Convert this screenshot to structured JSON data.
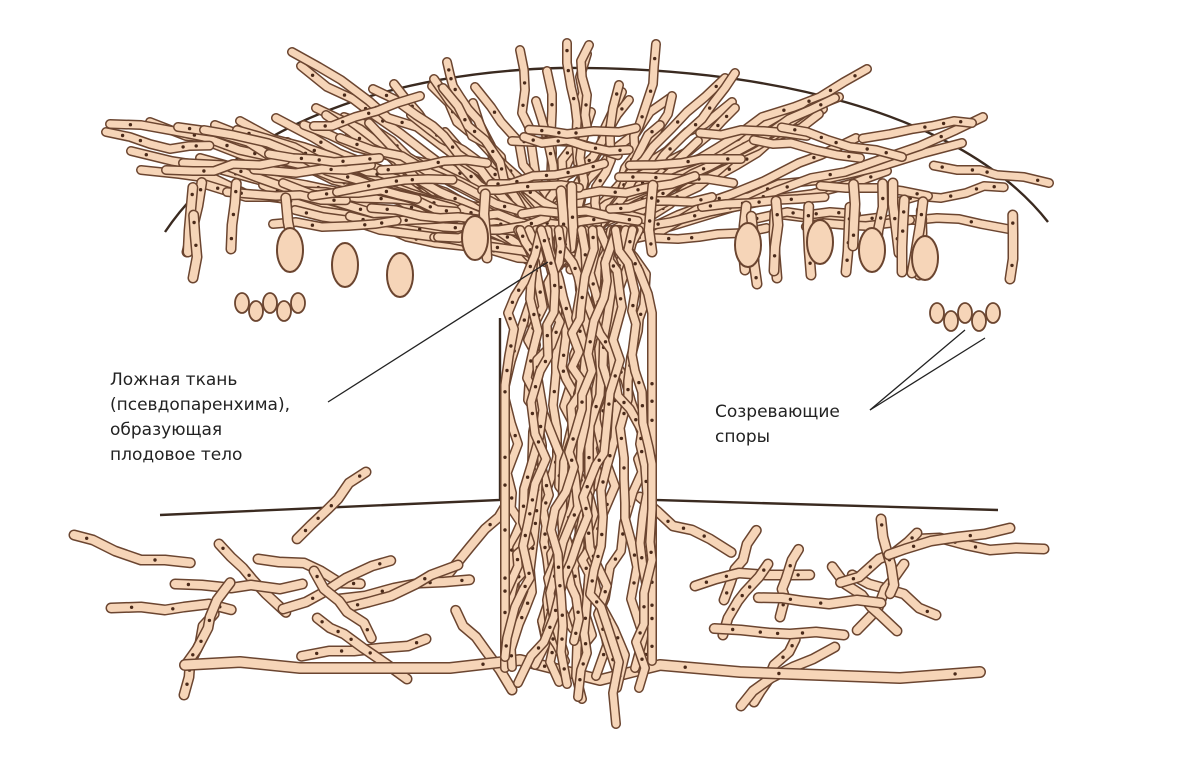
{
  "labels": {
    "tissue": {
      "lines": [
        "Ложная ткань",
        "(псевдопаренхима),",
        "образующая",
        "плодовое тело"
      ]
    },
    "spores": {
      "lines": [
        "Созревающие",
        "споры"
      ]
    }
  },
  "colors": {
    "outline": "#6b4530",
    "cell_fill": "#f6d5b8",
    "nucleus": "#4a2a1a",
    "line": "#222222",
    "background": "#ffffff"
  }
}
